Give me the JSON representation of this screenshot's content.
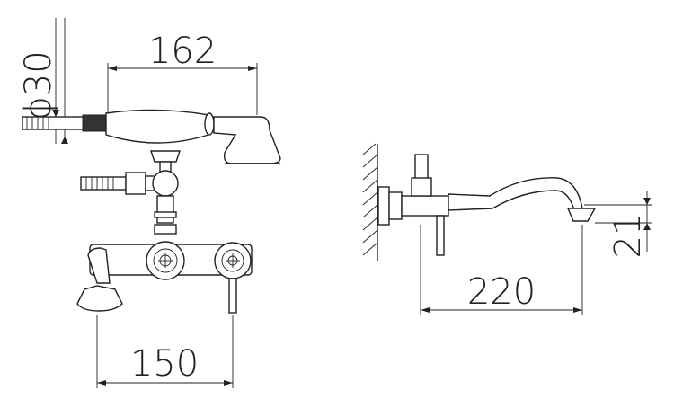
{
  "dimensions": {
    "handshower_diameter": "ϕ30",
    "handshower_length": "162",
    "center_distance": "150",
    "spout_reach": "220",
    "spout_height": "21"
  }
}
